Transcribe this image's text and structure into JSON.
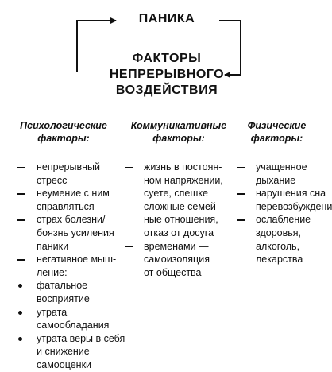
{
  "top": "ПАНИКА",
  "center": [
    "ФАКТОРЫ",
    "НЕПРЕРЫВНОГО",
    "ВОЗДЕЙСТВИЯ"
  ],
  "columns": [
    {
      "heading": [
        "Психологические",
        "факторы:"
      ],
      "items": [
        {
          "marker": "dash",
          "lines": [
            "непрерывный",
            "стресс"
          ]
        },
        {
          "marker": "dash",
          "lines": [
            "неумение с ним",
            "справляться"
          ]
        },
        {
          "marker": "dash",
          "lines": [
            "страх болезни/",
            "боязнь усиления",
            "паники"
          ]
        },
        {
          "marker": "dash",
          "lines": [
            "негативное мыш-",
            "ление:"
          ]
        },
        {
          "marker": "dot",
          "lines": [
            "фатальное",
            "восприятие"
          ]
        },
        {
          "marker": "dot",
          "lines": [
            "утрата",
            "самообладания"
          ]
        },
        {
          "marker": "dot",
          "lines": [
            "утрата веры в себя",
            "и снижение",
            "самооценки"
          ]
        }
      ]
    },
    {
      "heading": [
        "Коммуникативные",
        "факторы:"
      ],
      "items": [
        {
          "marker": "dash",
          "lines": [
            "жизнь в постоян-",
            "ном напряжении,",
            "суете, спешке"
          ]
        },
        {
          "marker": "dash",
          "lines": [
            "сложные семей-",
            "ные отношения,",
            "отказ от досуга"
          ]
        },
        {
          "marker": "dash",
          "lines": [
            "временами —",
            "самоизоляция",
            "от общества"
          ]
        }
      ]
    },
    {
      "heading": [
        "Физические",
        "факторы:"
      ],
      "items": [
        {
          "marker": "dash",
          "lines": [
            "учащенное",
            "дыхание"
          ]
        },
        {
          "marker": "dash",
          "lines": [
            "нарушения сна"
          ]
        },
        {
          "marker": "dash",
          "lines": [
            "перевозбуждение"
          ]
        },
        {
          "marker": "dash",
          "lines": [
            "ослабление",
            "здоровья,",
            "алкоголь,",
            "лекарства"
          ]
        }
      ]
    }
  ]
}
